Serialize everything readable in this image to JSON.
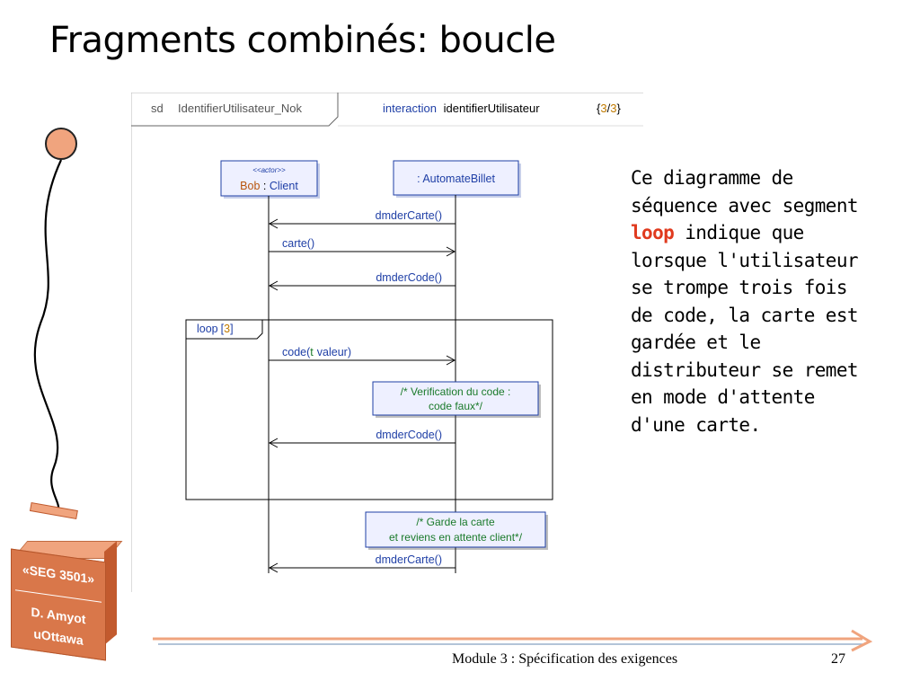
{
  "slide": {
    "title": "Fragments combinés: boucle",
    "body_before": "Ce diagramme de séquence avec segment ",
    "body_keyword": "loop",
    "body_after": " indique que lorsque l'utilisateur se trompe trois fois de code, la carte est gardée et le distributeur se remet en mode d'attente d'une carte.",
    "footer": "Module 3 : Spécification des exigences",
    "page_number": "27"
  },
  "badge": {
    "line1": "«SEG 3501»",
    "line2": "D. Amyot",
    "line3": "uOttawa"
  },
  "diagram": {
    "frame_kind": "sd",
    "frame_name": "IdentifierUtilisateur_Nok",
    "interaction_keyword": "interaction",
    "interaction_name": "identifierUtilisateur",
    "counter_open": "{",
    "counter_a": "3",
    "counter_sep": "/",
    "counter_b": "3",
    "counter_close": "}",
    "lifelines": {
      "client_stereotype": "<<actor>>",
      "client_instance": "Bob",
      "client_sep": " : ",
      "client_type": "Client",
      "automate": ": AutomateBillet"
    },
    "messages": {
      "m1": "dmderCarte()",
      "m2": "carte()",
      "m3": "dmderCode()",
      "m4_name": "code(",
      "m4_arg1": "t",
      "m4_arg2": "valeur",
      "m4_close": ")",
      "m5": "dmderCode()",
      "m6": "dmderCarte()"
    },
    "loop": {
      "keyword": "loop",
      "bracket_open": "[",
      "count": "3",
      "bracket_close": "]"
    },
    "notes": {
      "note1_line1": "/*  Verification du code :",
      "note1_line2": "code faux*/",
      "note2_line1": "/*  Garde la carte",
      "note2_line2": "et reviens en attente client*/"
    }
  },
  "colors": {
    "accent_orange": "#f0a47e",
    "keyword_red": "#e03a1e",
    "uml_blue": "#1f3fa6",
    "lifeline_fill": "#eef0ff"
  }
}
